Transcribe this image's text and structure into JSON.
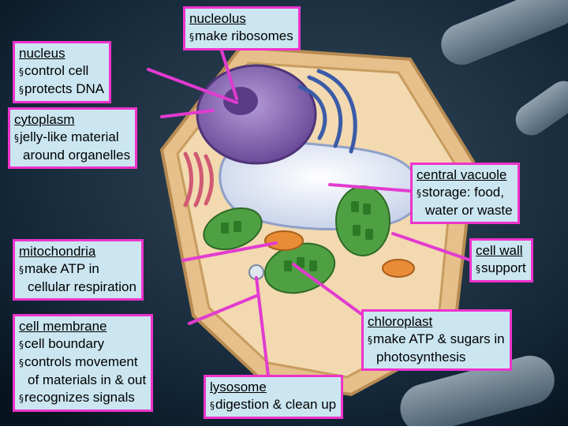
{
  "bullet": "§",
  "labels": {
    "nucleolus": {
      "title": "nucleolus",
      "lines": [
        "make ribosomes"
      ]
    },
    "nucleus": {
      "title": "nucleus",
      "lines": [
        "control cell",
        "protects DNA"
      ]
    },
    "cytoplasm": {
      "title": "cytoplasm",
      "lines": [
        "jelly-like material",
        "around organelles"
      ]
    },
    "vacuole": {
      "title": "central vacuole",
      "lines": [
        "storage: food,",
        "water or waste"
      ]
    },
    "cellwall": {
      "title": "cell wall",
      "lines": [
        "support"
      ]
    },
    "mitochondria": {
      "title": "mitochondria",
      "lines": [
        "make ATP in",
        "cellular respiration"
      ]
    },
    "membrane": {
      "title": "cell membrane",
      "lines": [
        "cell boundary",
        "controls movement",
        "of materials in & out",
        "recognizes signals"
      ]
    },
    "chloroplast": {
      "title": "chloroplast",
      "lines": [
        "make ATP & sugars in",
        "photosynthesis"
      ]
    },
    "lysosome": {
      "title": "lysosome",
      "lines": [
        "digestion & clean up"
      ]
    }
  },
  "colors": {
    "background": "#0e2233",
    "label_fill": "#cbe6f0",
    "label_border": "#ee33cc",
    "pointer": "#e23bd0",
    "cell_wall": "#e6bf8a",
    "cytoplasm": "#f2d9b0",
    "nucleus": "#8a63b3",
    "vacuole": "#eef0f6",
    "chloroplast": "#4fa043",
    "mitochondria": "#e88d36",
    "golgi": "#d05a73",
    "er": "#3b5ba8"
  }
}
